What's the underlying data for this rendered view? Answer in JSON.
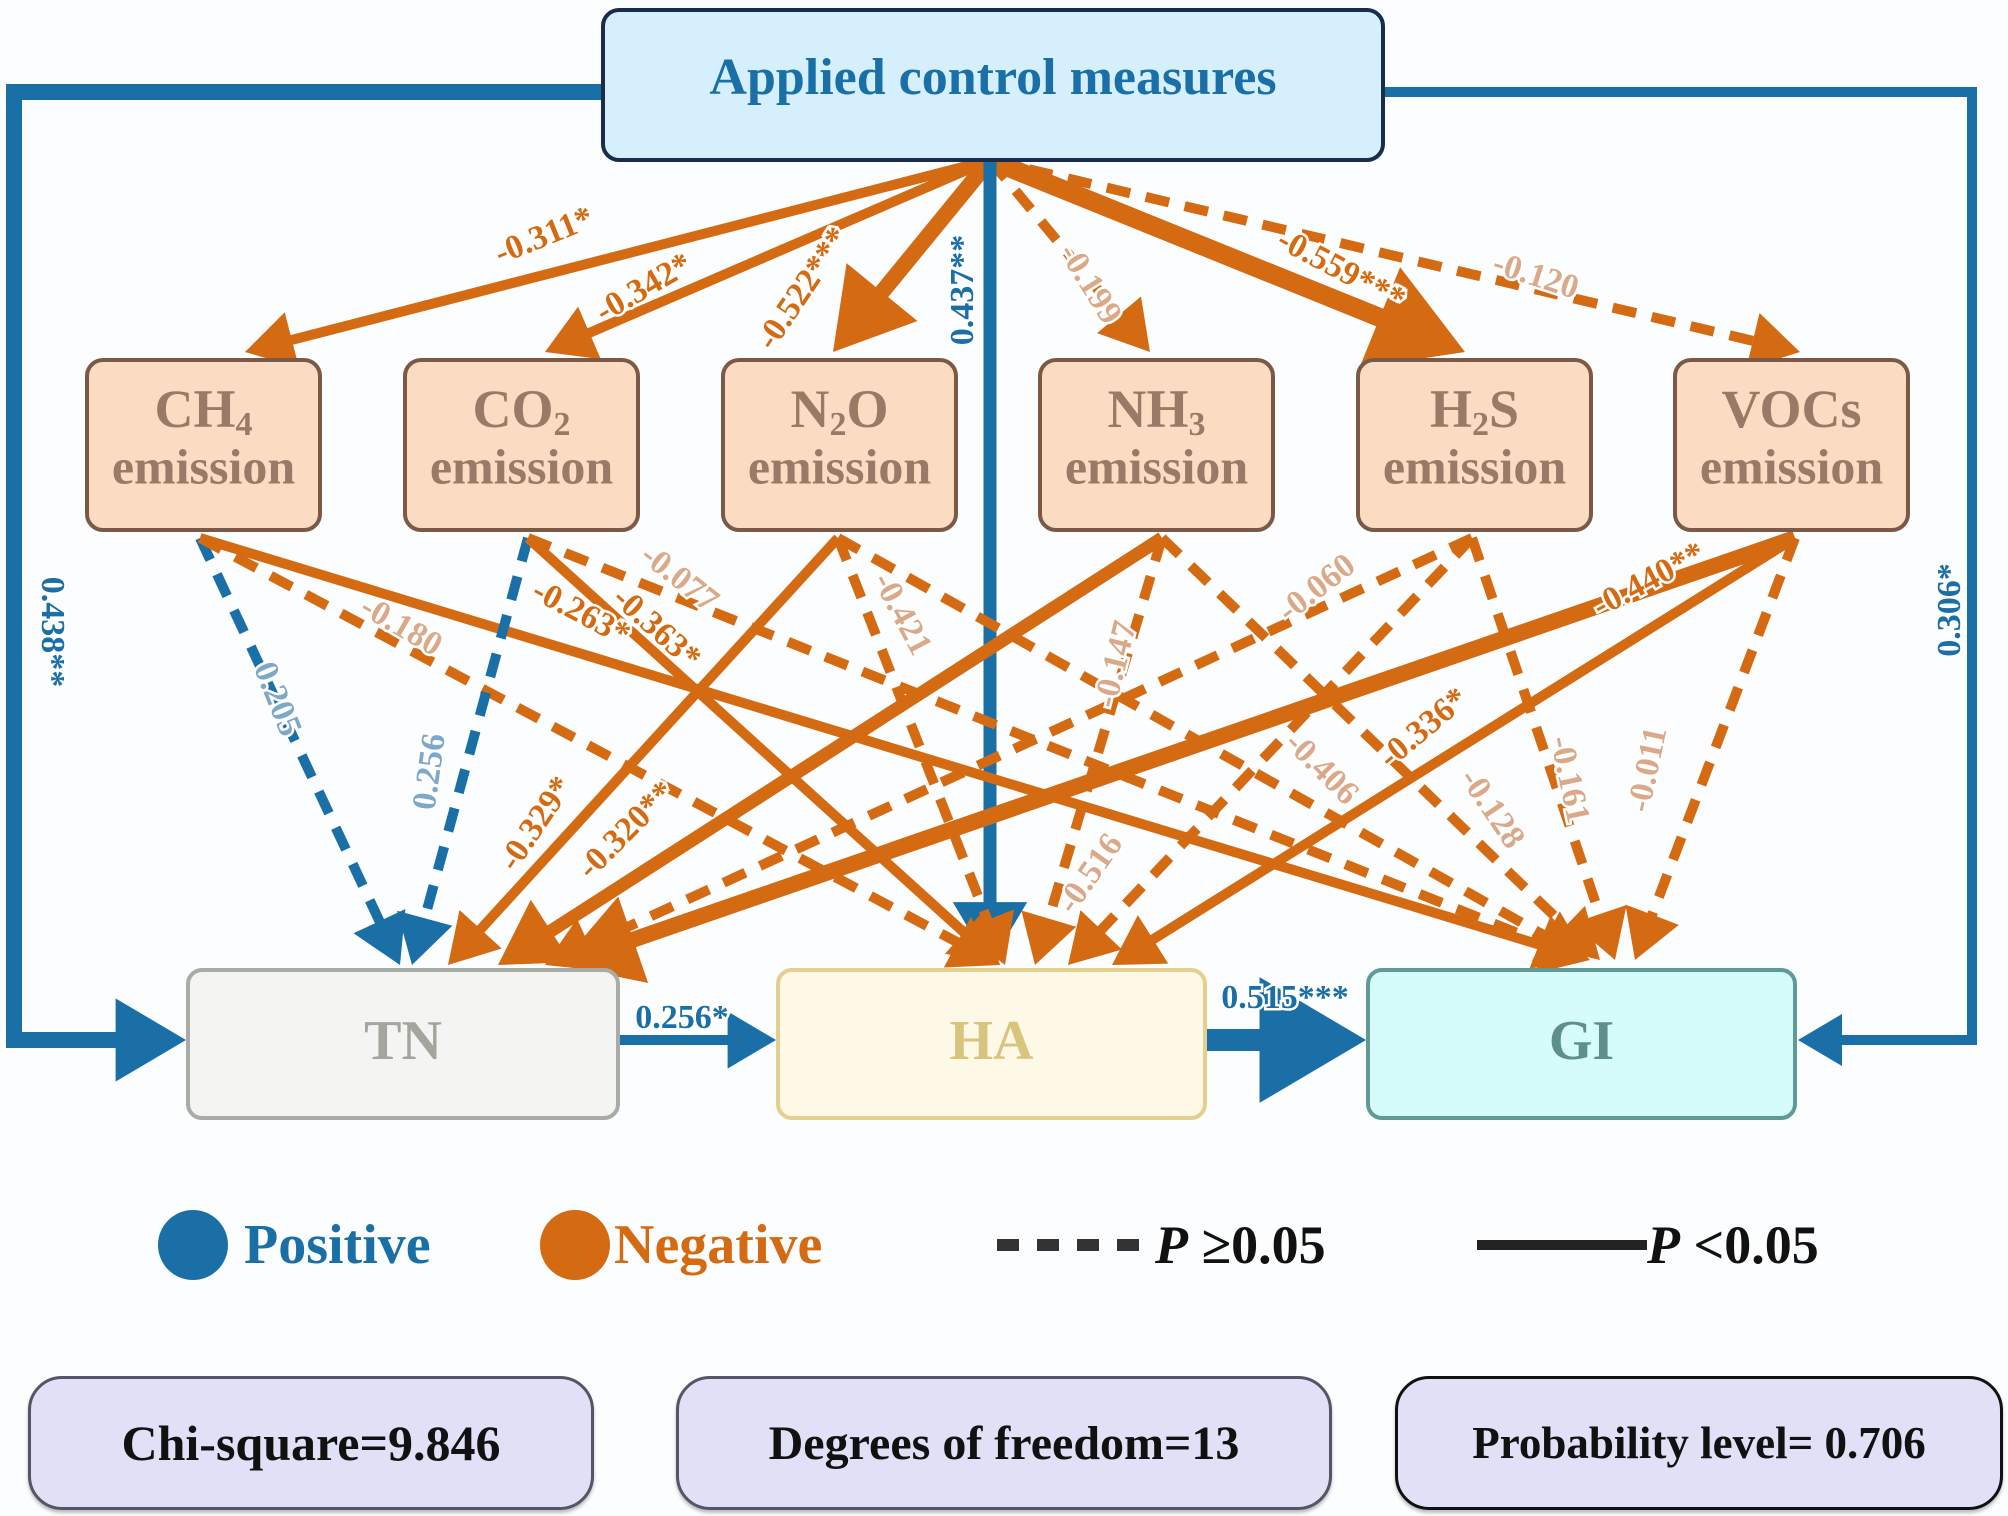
{
  "colors": {
    "positive": "#1a6fa6",
    "negative": "#d46a12",
    "negative_nonsig_label": "#d9a98a",
    "positive_nonsig_label": "#7ea8c8",
    "top_box_fill": "#d6effc",
    "top_box_border": "#1b2b4a",
    "emission_fill": "#fbdcc3",
    "emission_border": "#7a5a46",
    "emission_text": "#9a7a66",
    "tn_fill": "#f4f4f2",
    "tn_border": "#a8aca6",
    "tn_text": "#a4a69e",
    "ha_fill": "#fdf9e6",
    "ha_border": "#e3cf8e",
    "ha_text": "#d9c47e",
    "gi_fill": "#d6fbfb",
    "gi_border": "#5e9a96",
    "gi_text": "#5e8f8b",
    "stat_fill": "#e0e0f6"
  },
  "nodes": {
    "top": {
      "label": "Applied control measures"
    },
    "emissions": [
      {
        "id": "ch4",
        "formula": "CH",
        "sub": "4",
        "after": "",
        "label2": "emission"
      },
      {
        "id": "co2",
        "formula": "CO",
        "sub": "2",
        "after": "",
        "label2": "emission"
      },
      {
        "id": "n2o",
        "formula": "N",
        "sub": "2",
        "after": "O",
        "label2": "emission"
      },
      {
        "id": "nh3",
        "formula": "NH",
        "sub": "3",
        "after": "",
        "label2": "emission"
      },
      {
        "id": "h2s",
        "formula": "H",
        "sub": "2",
        "after": "S",
        "label2": "emission"
      },
      {
        "id": "vocs",
        "formula": "VOCs",
        "sub": "",
        "after": "",
        "label2": "emission"
      }
    ],
    "outcomes": [
      {
        "id": "tn",
        "label": "TN"
      },
      {
        "id": "ha",
        "label": "HA"
      },
      {
        "id": "gi",
        "label": "GI"
      }
    ]
  },
  "edges": [
    {
      "from": "top",
      "to": "ch4",
      "coef": "-0.311*",
      "sign": "negative",
      "significant": true,
      "weight": 2
    },
    {
      "from": "top",
      "to": "co2",
      "coef": "-0.342*",
      "sign": "negative",
      "significant": true,
      "weight": 2
    },
    {
      "from": "top",
      "to": "n2o",
      "coef": "-0.522***",
      "sign": "negative",
      "significant": true,
      "weight": 4
    },
    {
      "from": "top",
      "to": "nh3",
      "coef": "-0.199",
      "sign": "negative",
      "significant": false,
      "weight": 2
    },
    {
      "from": "top",
      "to": "h2s",
      "coef": "-0.559***",
      "sign": "negative",
      "significant": true,
      "weight": 5
    },
    {
      "from": "top",
      "to": "vocs",
      "coef": "-0.120",
      "sign": "negative",
      "significant": false,
      "weight": 2
    },
    {
      "from": "top",
      "to": "ha",
      "coef": "0.437**",
      "sign": "positive",
      "significant": true,
      "weight": 3
    },
    {
      "from": "top",
      "to": "tn",
      "coef": "0.438**",
      "sign": "positive",
      "significant": true,
      "weight": 4
    },
    {
      "from": "top",
      "to": "gi",
      "coef": "0.306*",
      "sign": "positive",
      "significant": true,
      "weight": 2
    },
    {
      "from": "ch4",
      "to": "tn",
      "coef": "0.205",
      "sign": "positive",
      "significant": false,
      "weight": 2
    },
    {
      "from": "ch4",
      "to": "ha",
      "coef": "-0.180",
      "sign": "negative",
      "significant": false,
      "weight": 2
    },
    {
      "from": "ch4",
      "to": "gi",
      "coef": "-0.263*",
      "sign": "negative",
      "significant": true,
      "weight": 2
    },
    {
      "from": "co2",
      "to": "tn",
      "coef": "0.256",
      "sign": "positive",
      "significant": false,
      "weight": 2
    },
    {
      "from": "co2",
      "to": "ha",
      "coef": "-0.363*",
      "sign": "negative",
      "significant": true,
      "weight": 2
    },
    {
      "from": "co2",
      "to": "gi",
      "coef": "-0.077",
      "sign": "negative",
      "significant": false,
      "weight": 2
    },
    {
      "from": "n2o",
      "to": "tn",
      "coef": "-0.329*",
      "sign": "negative",
      "significant": true,
      "weight": 2
    },
    {
      "from": "n2o",
      "to": "ha",
      "coef": "-0.421",
      "sign": "negative",
      "significant": false,
      "weight": 2
    },
    {
      "from": "n2o",
      "to": "gi",
      "coef": "-0.406",
      "sign": "negative",
      "significant": false,
      "weight": 2
    },
    {
      "from": "nh3",
      "to": "tn",
      "coef": "-0.320**",
      "sign": "negative",
      "significant": true,
      "weight": 3
    },
    {
      "from": "nh3",
      "to": "ha",
      "coef": "-0.147",
      "sign": "negative",
      "significant": false,
      "weight": 2
    },
    {
      "from": "nh3",
      "to": "gi",
      "coef": "-0.128",
      "sign": "negative",
      "significant": false,
      "weight": 2
    },
    {
      "from": "h2s",
      "to": "tn",
      "coef": "-0.060",
      "sign": "negative",
      "significant": false,
      "weight": 2
    },
    {
      "from": "h2s",
      "to": "ha",
      "coef": "-0.516",
      "sign": "negative",
      "significant": false,
      "weight": 2
    },
    {
      "from": "h2s",
      "to": "gi",
      "coef": "-0.161",
      "sign": "negative",
      "significant": false,
      "weight": 2
    },
    {
      "from": "vocs",
      "to": "tn",
      "coef": "-0.440**",
      "sign": "negative",
      "significant": true,
      "weight": 4
    },
    {
      "from": "vocs",
      "to": "ha",
      "coef": "-0.336*",
      "sign": "negative",
      "significant": true,
      "weight": 2
    },
    {
      "from": "vocs",
      "to": "gi",
      "coef": "-0.011",
      "sign": "negative",
      "significant": false,
      "weight": 2
    },
    {
      "from": "tn",
      "to": "ha",
      "coef": "0.256*",
      "sign": "positive",
      "significant": true,
      "weight": 2
    },
    {
      "from": "ha",
      "to": "gi",
      "coef": "0.515***",
      "sign": "positive",
      "significant": true,
      "weight": 4
    }
  ],
  "legend": {
    "positive": "Positive",
    "negative": "Negative",
    "dashed_p": "P",
    "dashed_rest": " ≥0.05",
    "solid_p": "P",
    "solid_rest": " <0.05"
  },
  "stats": {
    "chi_square": "Chi-square=9.846",
    "degrees_of_freedom": "Degrees of freedom=13",
    "probability_level": "Probability level= 0.706"
  }
}
